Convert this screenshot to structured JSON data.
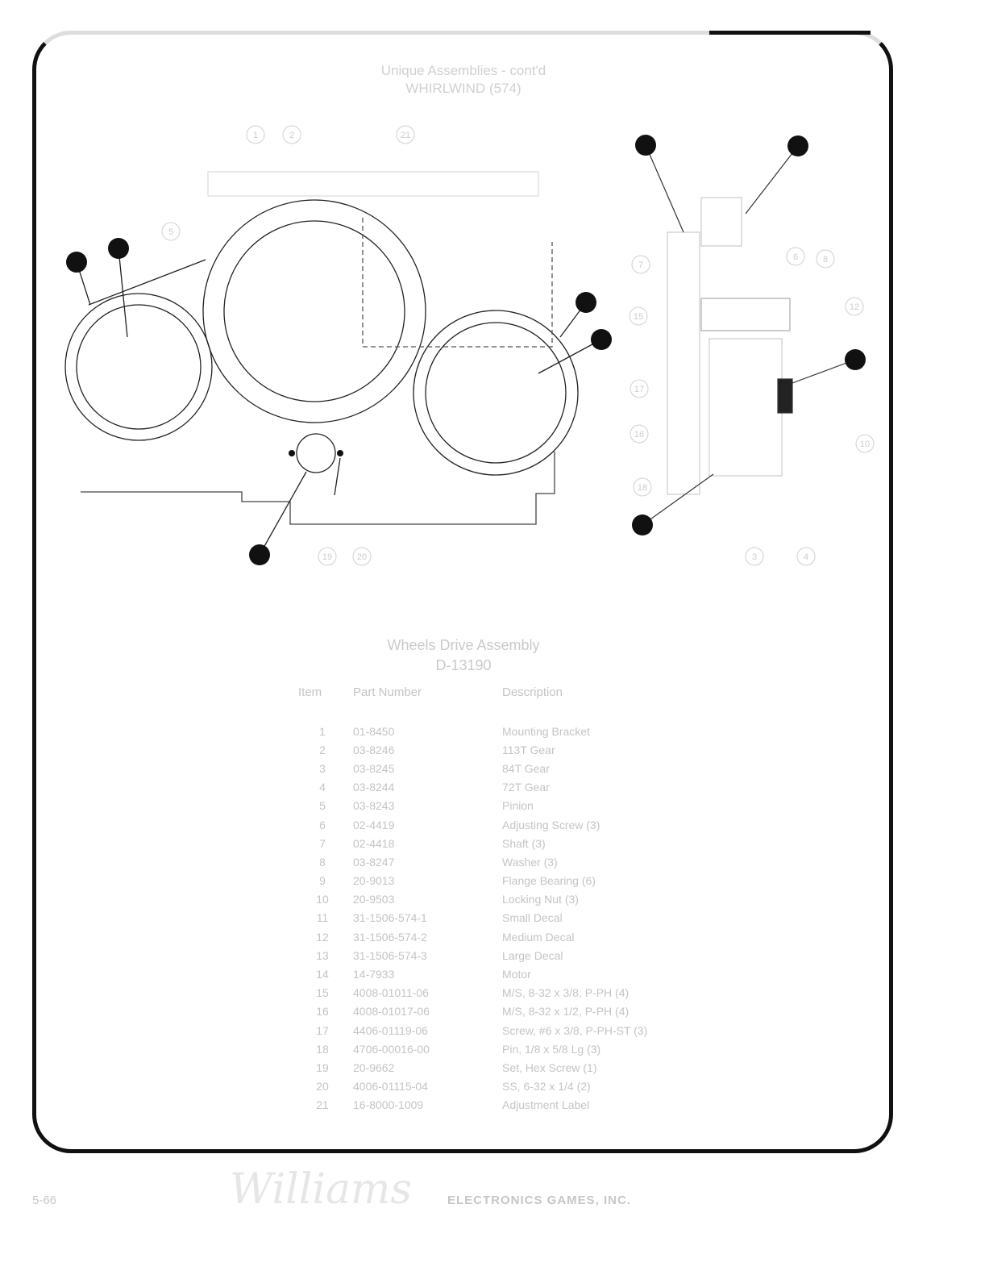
{
  "header": {
    "title": "Unique Assemblies - cont'd",
    "subtitle": "WHIRLWIND (574)"
  },
  "diagram": {
    "callouts": [
      "1",
      "2",
      "21",
      "5",
      "7",
      "6",
      "8",
      "15",
      "17",
      "16",
      "18",
      "19",
      "20",
      "3",
      "4",
      "10",
      "12"
    ]
  },
  "assembly": {
    "name": "Wheels Drive Assembly",
    "number": "D-13190",
    "columns": {
      "item": "Item",
      "part": "Part Number",
      "desc": "Description"
    },
    "rows": [
      {
        "item": "1",
        "part": "01-8450",
        "desc": "Mounting Bracket"
      },
      {
        "item": "2",
        "part": "03-8246",
        "desc": "113T Gear"
      },
      {
        "item": "3",
        "part": "03-8245",
        "desc": "84T Gear"
      },
      {
        "item": "4",
        "part": "03-8244",
        "desc": "72T Gear"
      },
      {
        "item": "5",
        "part": "03-8243",
        "desc": "Pinion"
      },
      {
        "item": "6",
        "part": "02-4419",
        "desc": "Adjusting Screw (3)"
      },
      {
        "item": "7",
        "part": "02-4418",
        "desc": "Shaft (3)"
      },
      {
        "item": "8",
        "part": "03-8247",
        "desc": "Washer (3)"
      },
      {
        "item": "9",
        "part": "20-9013",
        "desc": "Flange Bearing (6)"
      },
      {
        "item": "10",
        "part": "20-9503",
        "desc": "Locking Nut (3)"
      },
      {
        "item": "11",
        "part": "31-1506-574-1",
        "desc": "Small Decal"
      },
      {
        "item": "12",
        "part": "31-1506-574-2",
        "desc": "Medium Decal"
      },
      {
        "item": "13",
        "part": "31-1506-574-3",
        "desc": "Large Decal"
      },
      {
        "item": "14",
        "part": "14-7933",
        "desc": "Motor"
      },
      {
        "item": "15",
        "part": "4008-01011-06",
        "desc": "M/S, 8-32 x 3/8, P-PH (4)"
      },
      {
        "item": "16",
        "part": "4008-01017-06",
        "desc": "M/S, 8-32 x 1/2, P-PH (4)"
      },
      {
        "item": "17",
        "part": "4406-01119-06",
        "desc": "Screw, #6 x 3/8, P-PH-ST (3)"
      },
      {
        "item": "18",
        "part": "4706-00016-00",
        "desc": "Pin, 1/8 x 5/8 Lg (3)"
      },
      {
        "item": "19",
        "part": "20-9662",
        "desc": "Set, Hex Screw (1)"
      },
      {
        "item": "20",
        "part": "4006-01115-04",
        "desc": "SS, 6-32 x 1/4 (2)"
      },
      {
        "item": "21",
        "part": "16-8000-1009",
        "desc": "Adjustment Label"
      }
    ]
  },
  "footer": {
    "page": "5-66",
    "logo": "Williams",
    "company": "ELECTRONICS GAMES, INC."
  }
}
